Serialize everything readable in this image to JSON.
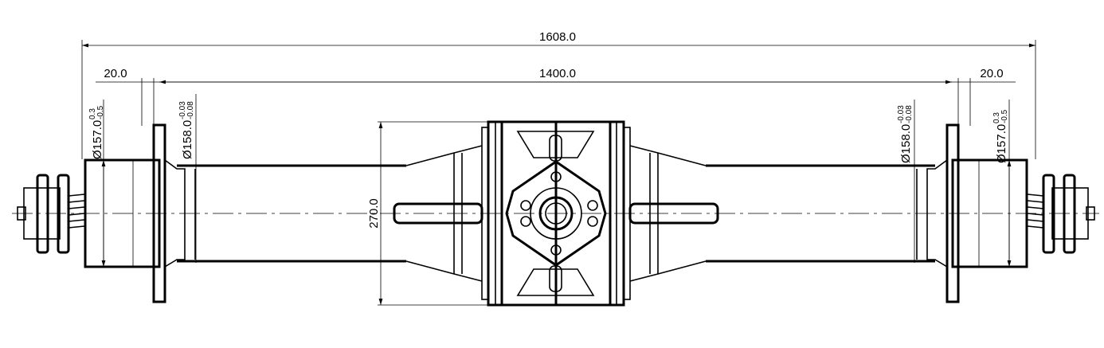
{
  "drawing": {
    "overall_length": "1608.0",
    "tube_span": "1400.0",
    "left_offset": "20.0",
    "right_offset": "20.0",
    "housing_height": "270.0",
    "left_hub_diameter": {
      "nominal": "Ø157.0",
      "upper": "0.3",
      "lower": "-0.5"
    },
    "left_seat_diameter": {
      "nominal": "Ø158.0",
      "upper": "-0.03",
      "lower": "-0.08"
    },
    "right_seat_diameter": {
      "nominal": "Ø158.0",
      "upper": "-0.03",
      "lower": "-0.08"
    },
    "right_hub_diameter": {
      "nominal": "Ø157.0",
      "upper": "0.3",
      "lower": "-0.5"
    }
  }
}
